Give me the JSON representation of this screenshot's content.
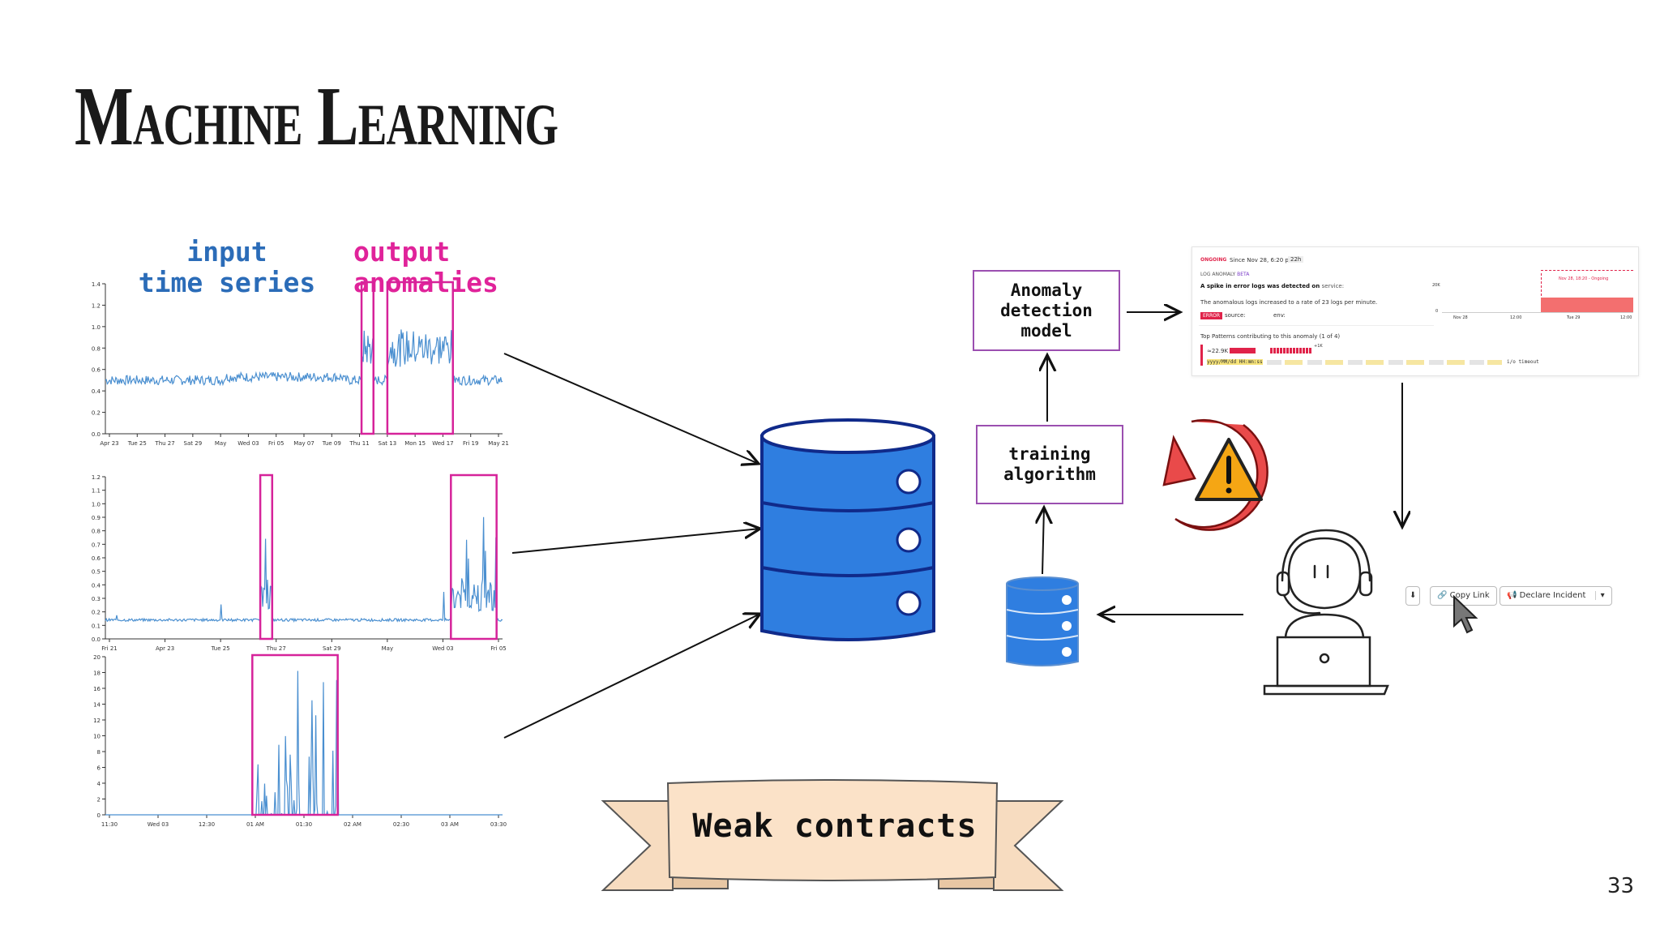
{
  "slide": {
    "title_first": "M",
    "title_first_rest": "ACHINE",
    "title_second": "L",
    "title_second_rest": "EARNING",
    "page_number": "33"
  },
  "labels": {
    "input_line1": "input",
    "input_line2": "time series",
    "output_line1": "output",
    "output_line2": "anomalies"
  },
  "boxes": {
    "anomaly_model": "Anomaly\ndetection\nmodel",
    "training": "training\nalgorithm"
  },
  "banner": {
    "text": "Weak contracts"
  },
  "incident": {
    "status": "ONGOING",
    "since": "Since Nov 28, 6:20 pm",
    "duration": "22h",
    "type": "LOG ANOMALY",
    "beta": "BETA",
    "headline": "A spike in error logs was detected on",
    "service_key": "service:",
    "description": "The anomalous logs increased to a rate of 23 logs per minute.",
    "error_tag": "ERROR",
    "source_key": "source:",
    "env_key": "env:",
    "patterns": "Top Patterns contributing to this anomaly (1 of 4)",
    "pattern_count": "≈22.9K",
    "pattern_delta": "+1K",
    "pattern_text": "yyyy/MM/dd HH:mm:ss",
    "pattern_tail": "i/o timeout",
    "chart_marker": "Nov 28, 18:20 - Ongoing",
    "y_max": "20K",
    "y_min": "0",
    "x_ticks": [
      "Nov 28",
      "12:00",
      "Tue 29",
      "12:00"
    ]
  },
  "actions": {
    "copy_link": "Copy Link",
    "declare_incident": "Declare Incident"
  },
  "colors": {
    "input_blue": "#2b6cb8",
    "output_pink": "#e0239a",
    "db_blue": "#2f7ee0",
    "box_purple": "#9b4fb0",
    "warning_orange": "#f5a614",
    "cycle_red": "#e94a4a"
  },
  "chart_data": [
    {
      "type": "line",
      "x_ticks": [
        "Apr 23",
        "Tue 25",
        "Thu 27",
        "Sat 29",
        "May",
        "Wed 03",
        "Fri 05",
        "May 07",
        "Tue 09",
        "Thu 11",
        "Sat 13",
        "Mon 15",
        "Wed 17",
        "Fri 19",
        "May 21"
      ],
      "y_ticks": [
        "0.0",
        "0.2",
        "0.4",
        "0.6",
        "0.8",
        "1.0",
        "1.2",
        "1.4"
      ],
      "ylim": [
        0,
        1.4
      ],
      "baseline": 0.5,
      "anomalies": [
        [
          0.645,
          0.675
        ],
        [
          0.71,
          0.875
        ]
      ]
    },
    {
      "type": "line",
      "x_ticks": [
        "Fri 21",
        "Apr 23",
        "Tue 25",
        "Thu 27",
        "Sat 29",
        "May",
        "Wed 03",
        "Fri 05"
      ],
      "y_ticks": [
        "0.0",
        "0.1",
        "0.2",
        "0.3",
        "0.4",
        "0.5",
        "0.6",
        "0.7",
        "0.8",
        "0.9",
        "1.0",
        "1.1",
        "1.2"
      ],
      "ylim": [
        0,
        1.2
      ],
      "baseline": 0.14,
      "anomalies": [
        [
          0.39,
          0.42
        ],
        [
          0.87,
          0.985
        ]
      ]
    },
    {
      "type": "line",
      "x_ticks": [
        "11:30",
        "Wed 03",
        "12:30",
        "01 AM",
        "01:30",
        "02 AM",
        "02:30",
        "03 AM",
        "03:30"
      ],
      "y_ticks": [
        "0",
        "2",
        "4",
        "6",
        "8",
        "10",
        "12",
        "14",
        "16",
        "18",
        "20"
      ],
      "ylim": [
        0,
        20
      ],
      "baseline": 0,
      "anomalies": [
        [
          0.37,
          0.585
        ]
      ]
    }
  ]
}
